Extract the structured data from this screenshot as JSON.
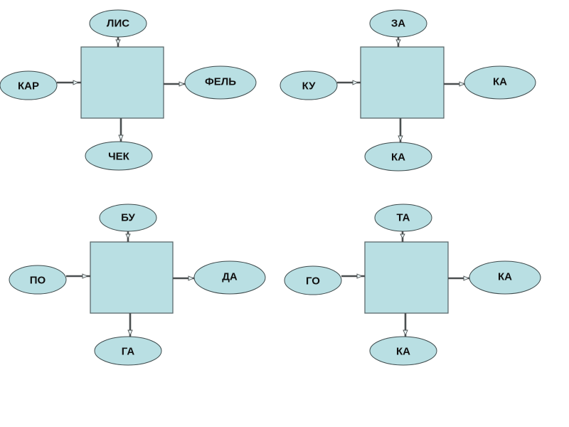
{
  "diagrams": [
    {
      "name": "diagram-1",
      "top": "ЛИС",
      "left": "КАР",
      "right": "ФЕЛЬ",
      "bottom": "ЧЕК"
    },
    {
      "name": "diagram-2",
      "top": "ЗА",
      "left": "КУ",
      "right": "КА",
      "bottom": "КА"
    },
    {
      "name": "diagram-3",
      "top": "БУ",
      "left": "ПО",
      "right": "ДА",
      "bottom": "ГА"
    },
    {
      "name": "diagram-4",
      "top": "ТА",
      "left": "ГО",
      "right": "КА",
      "bottom": "КА"
    }
  ],
  "colors": {
    "fill": "#b9dfe3",
    "connector": "#4a4f50",
    "text": "#111111"
  }
}
